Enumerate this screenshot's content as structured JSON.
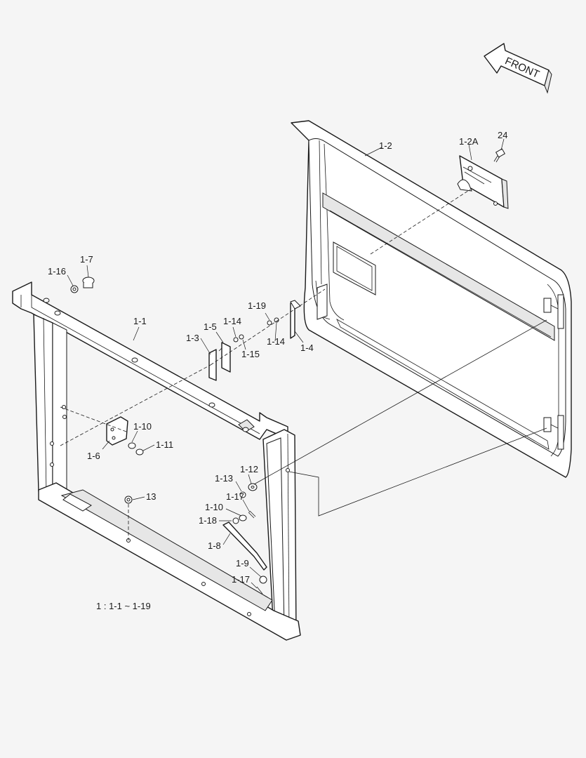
{
  "front_label": "FRONT",
  "labels": {
    "p1_1": "1-1",
    "p1_2": "1-2",
    "p1_2a": "1-2A",
    "p24": "24",
    "p1_3": "1-3",
    "p1_4": "1-4",
    "p1_5": "1-5",
    "p1_6": "1-6",
    "p1_7": "1-7",
    "p1_8": "1-8",
    "p1_9": "1-9",
    "p1_10a": "1-10",
    "p1_10b": "1-10",
    "p1_11": "1-11",
    "p1_12": "1-12",
    "p1_13": "1-13",
    "p13": "13",
    "p1_14a": "1-14",
    "p1_14b": "1-14",
    "p1_15": "1-15",
    "p1_16": "1-16",
    "p1_17a": "1-17",
    "p1_17b": "1-17",
    "p1_18": "1-18",
    "p1_19": "1-19"
  },
  "legend": "1 : 1-1 ~ 1-19"
}
